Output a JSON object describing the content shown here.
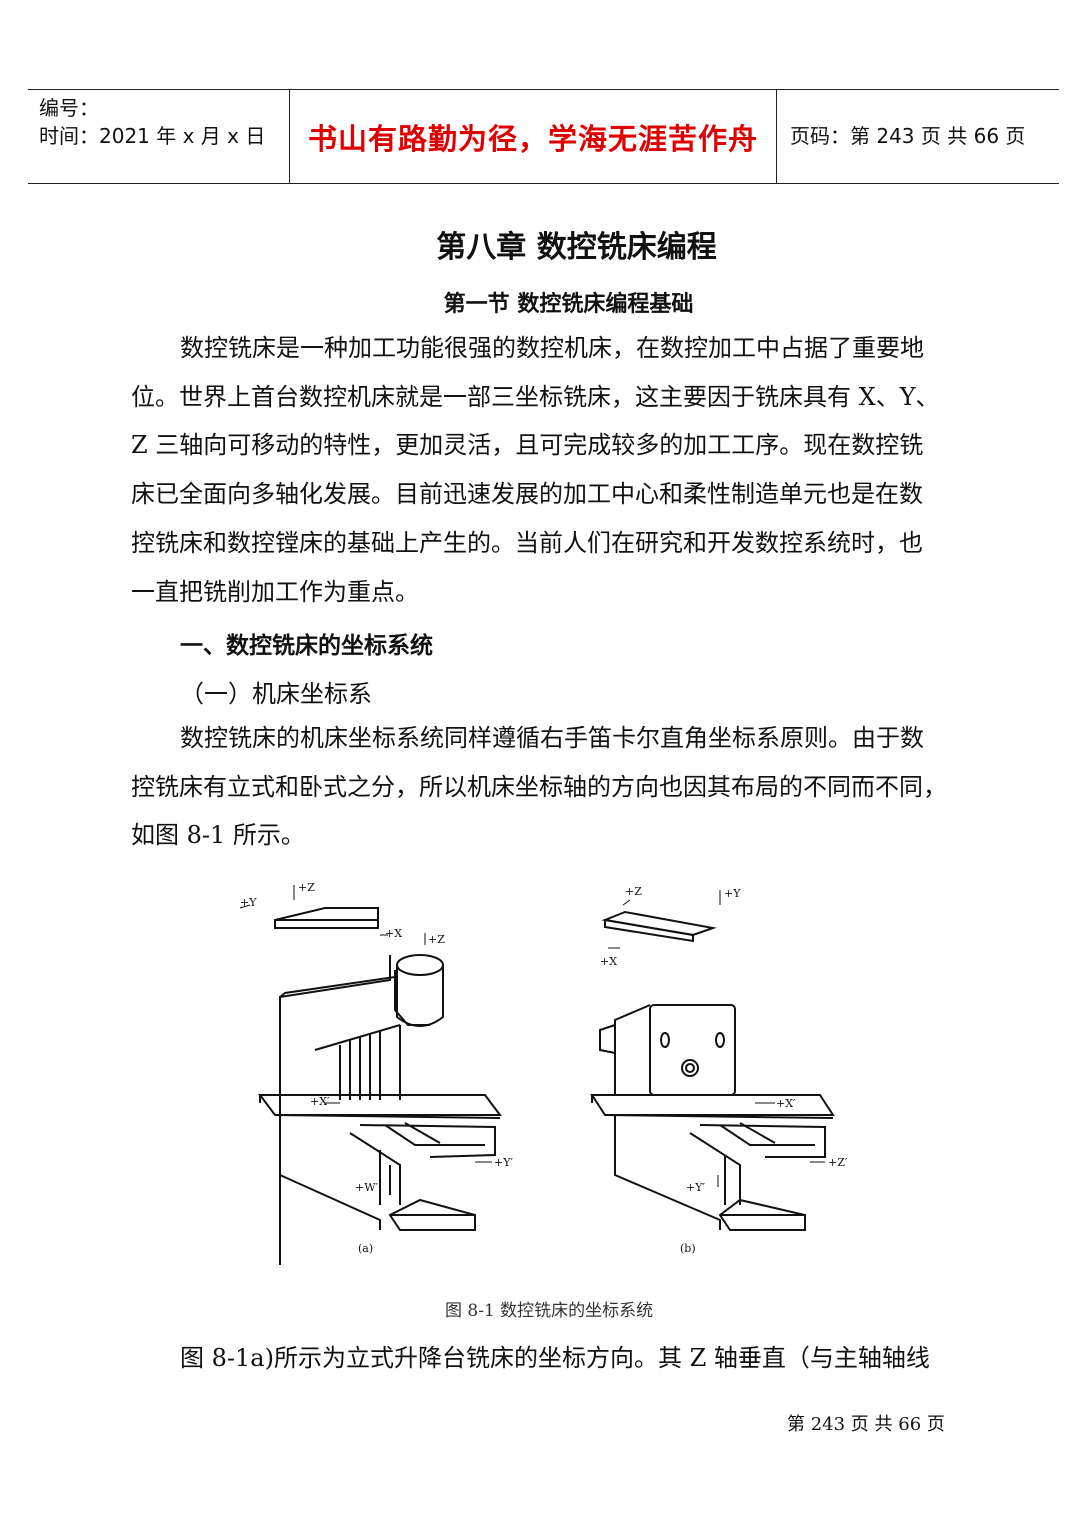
{
  "header": {
    "number_label": "编号：",
    "time_label": "时间：2021 年 x 月 x 日",
    "motto": "书山有路勤为径，学海无涯苦作舟",
    "page_info": "页码：第 243 页  共 66 页"
  },
  "chapter_title": "第八章  数控铣床编程",
  "section_title": "第一节  数控铣床编程基础",
  "intro_lines": [
    "数控铣床是一种加工功能很强的数控机床，在数控加工中占据了重要地",
    "位。世界上首台数控机床就是一部三坐标铣床，这主要因于铣床具有 X、Y、",
    "Z 三轴向可移动的特性，更加灵活，且可完成较多的加工工序。现在数控铣",
    "床已全面向多轴化发展。目前迅速发展的加工中心和柔性制造单元也是在数",
    "控铣床和数控镗床的基础上产生的。当前人们在研究和开发数控系统时，也",
    "一直把铣削加工作为重点。"
  ],
  "heading_1": "一、数控铣床的坐标系统",
  "heading_1_1": "（一）机床坐标系",
  "body_lines": [
    "数控铣床的机床坐标系统同样遵循右手笛卡尔直角坐标系原则。由于数",
    "控铣床有立式和卧式之分，所以机床坐标轴的方向也因其布局的不同而不同，",
    "如图 8-1 所示。"
  ],
  "figure": {
    "a": {
      "sublabel": "(a)",
      "axes": [
        "+Z",
        "+Y",
        "+X",
        "+Z",
        "+X′",
        "+Y′",
        "+W′"
      ]
    },
    "b": {
      "sublabel": "(b)",
      "axes": [
        "+Z",
        "+Y",
        "+X",
        "+X′",
        "+Z′",
        "+Y′"
      ]
    },
    "caption": "图 8-1    数控铣床的坐标系统"
  },
  "last_line": "图 8-1a)所示为立式升降台铣床的坐标方向。其 Z 轴垂直（与主轴轴线",
  "footer": "第  243  页  共  66  页"
}
